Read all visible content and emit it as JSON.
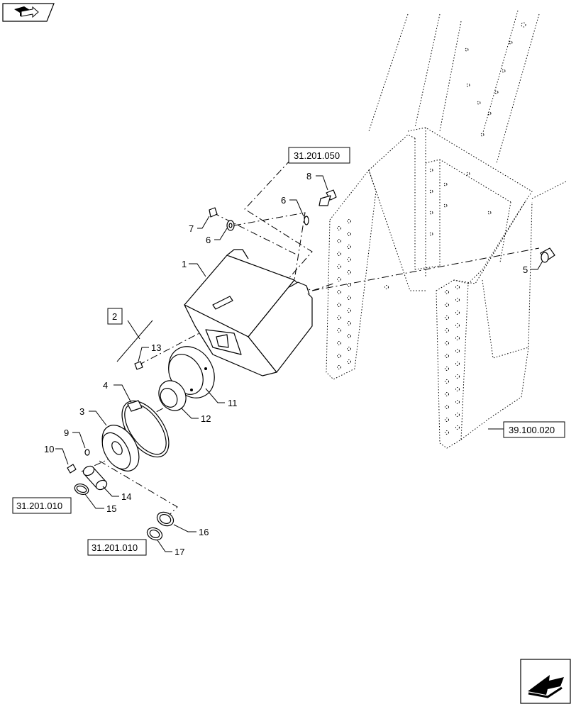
{
  "callouts": {
    "c1": "1",
    "c2": "2",
    "c3": "3",
    "c4": "4",
    "c5": "5",
    "c6a": "6",
    "c6b": "6",
    "c7": "7",
    "c8": "8",
    "c9": "9",
    "c10": "10",
    "c11": "11",
    "c12": "12",
    "c13": "13",
    "c14": "14",
    "c15": "15",
    "c16": "16",
    "c17": "17"
  },
  "refs": {
    "r_31_201_050": "31.201.050",
    "r_39_100_020": "39.100.020",
    "r_31_201_010_a": "31.201.010",
    "r_31_201_010_b": "31.201.010"
  },
  "icons": {
    "top_left": "book-arrow-icon",
    "bottom_right": "next-page-arrow-icon"
  },
  "colors": {
    "line": "#000000",
    "background": "#ffffff"
  }
}
